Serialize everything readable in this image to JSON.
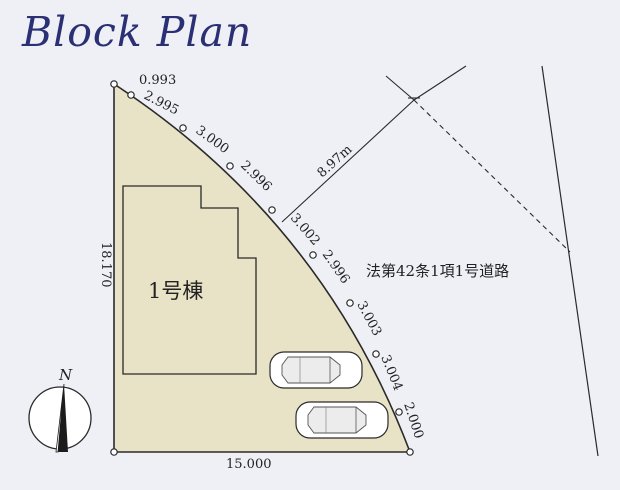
{
  "title": "Block Plan",
  "colors": {
    "lot_fill": "#e8e3c7",
    "line": "#2a2a2a",
    "title": "#2b2f73",
    "background": "#eef0f6"
  },
  "plan": {
    "building_label": "1号棟",
    "road_label": "法第42条1項1号道路",
    "frontage_distance": "8.97m",
    "left_side": "18.170",
    "bottom_side": "15.000",
    "arc_segments": [
      "0.993",
      "2.995",
      "3.000",
      "2.996",
      "3.002",
      "2.996",
      "3.003",
      "3.004",
      "2.000"
    ],
    "compass_label": "N",
    "icons": [
      "north-arrow-icon",
      "car-icon",
      "car-icon"
    ]
  }
}
